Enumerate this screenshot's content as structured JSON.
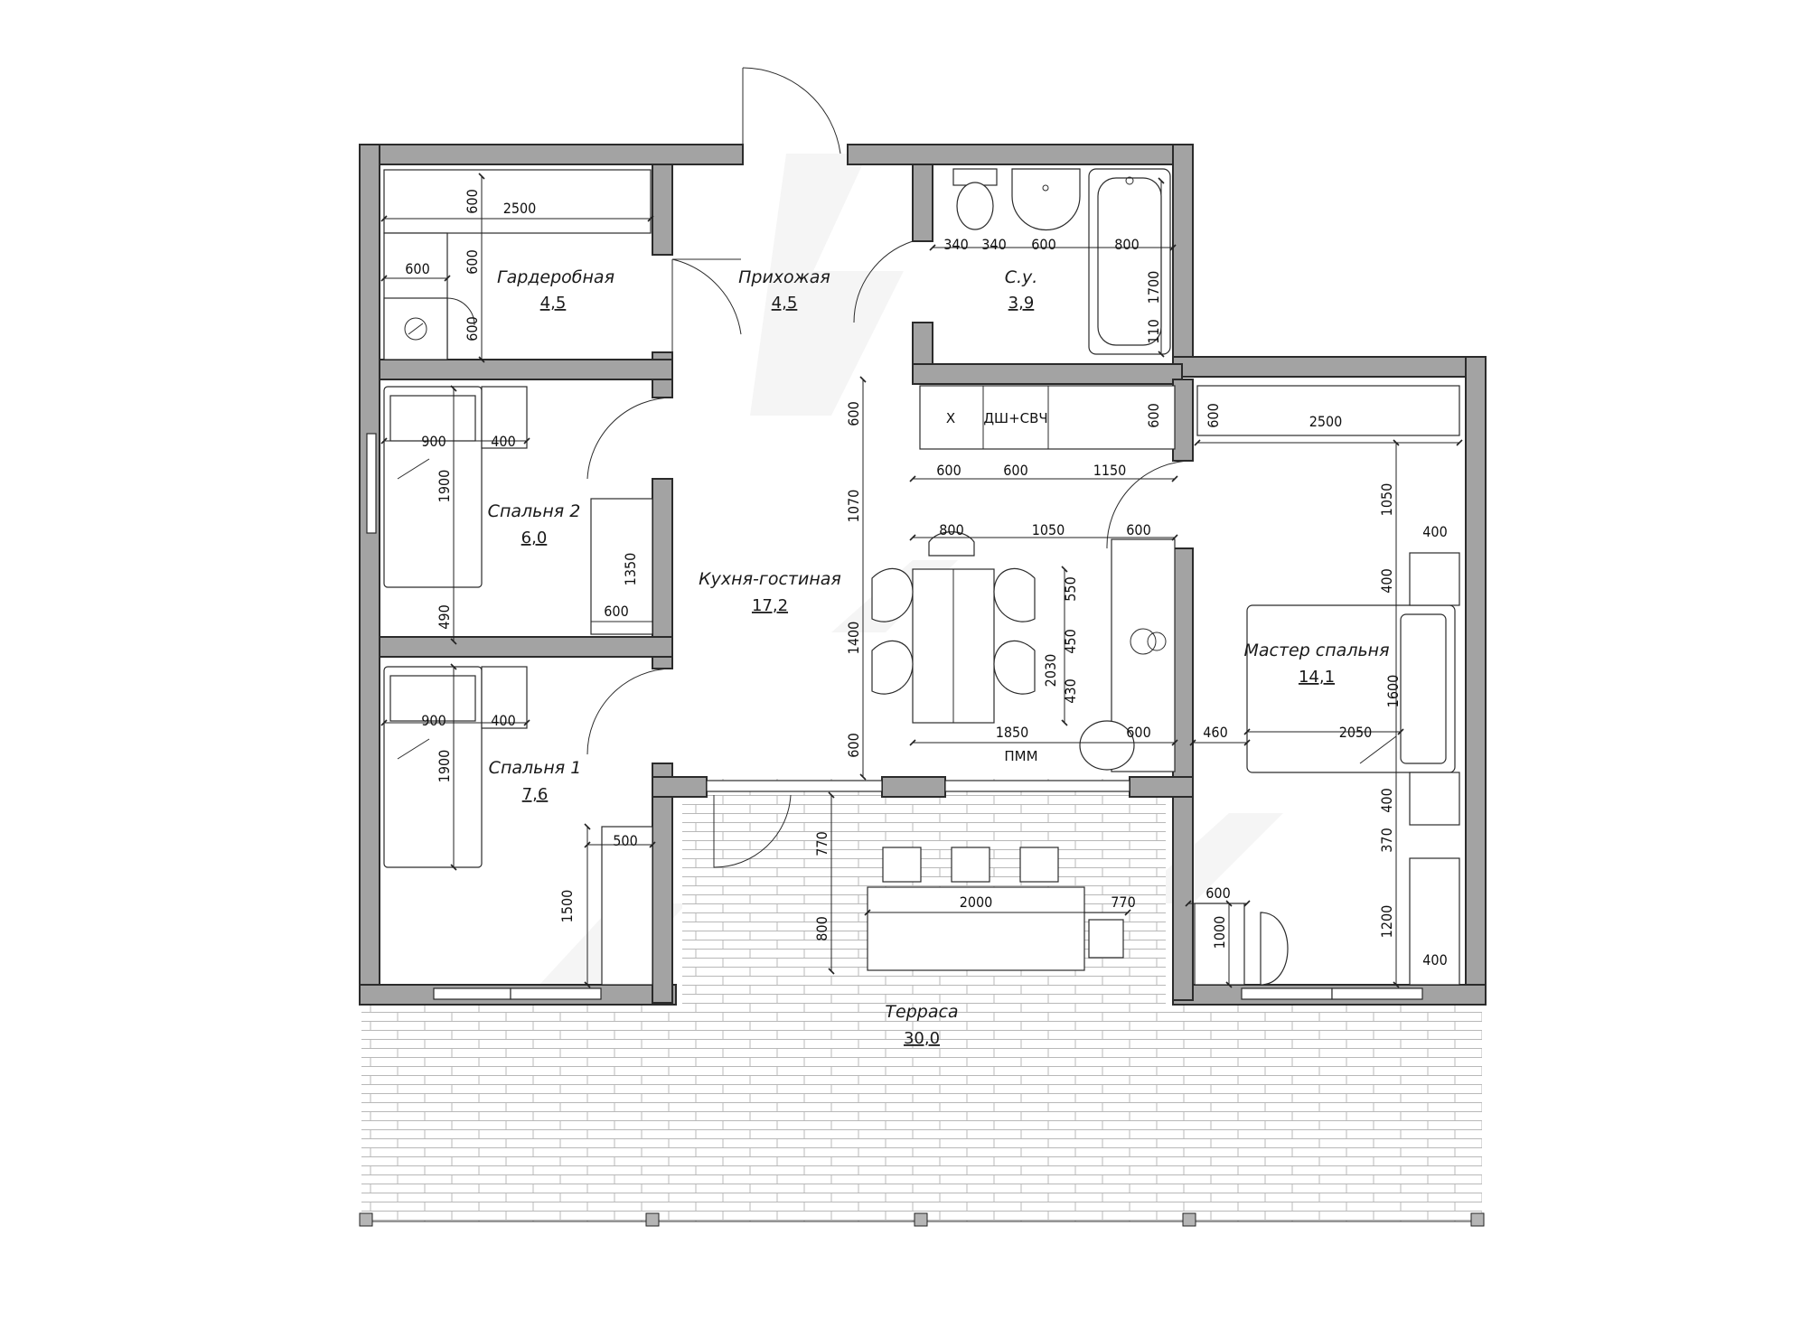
{
  "rooms": [
    {
      "name": "Гардеробная",
      "area": "4,5"
    },
    {
      "name": "Прихожая",
      "area": "4,5"
    },
    {
      "name": "С.у.",
      "area": "3,9"
    },
    {
      "name": "Спальня 2",
      "area": "6,0"
    },
    {
      "name": "Кухня-гостиная",
      "area": "17,2"
    },
    {
      "name": "Мастер спальня",
      "area": "14,1"
    },
    {
      "name": "Спальня 1",
      "area": "7,6"
    },
    {
      "name": "Терраса",
      "area": "30,0"
    }
  ],
  "labels": {
    "dw_mw": "ДШ+СВЧ",
    "pmm": "ПММ",
    "stove_x": "X"
  },
  "dims": {
    "d2500a": "2500",
    "d600a": "600",
    "d600b": "600",
    "d600c": "600",
    "d600d": "600",
    "d340a": "340",
    "d340b": "340",
    "d600e": "600",
    "d800a": "800",
    "d1700": "1700",
    "d110": "110",
    "d600f": "600",
    "d600g": "600",
    "d2500b": "2500",
    "d900a": "900",
    "d400a": "400",
    "d1900a": "1900",
    "d1350": "1350",
    "d600h": "600",
    "d490": "490",
    "d600i": "600",
    "d1070": "1070",
    "d600j": "600",
    "d600k": "600",
    "d1150": "1150",
    "d800b": "800",
    "d1050a": "1050",
    "d600l": "600",
    "d1400": "1400",
    "d550": "550",
    "d450": "450",
    "d430": "430",
    "d2030": "2030",
    "d1850": "1850",
    "d600m": "600",
    "d600n": "600",
    "d1050b": "1050",
    "d400b": "400",
    "d400c": "400",
    "d460": "460",
    "d2050": "2050",
    "d1600": "1600",
    "d400d": "400",
    "d370": "370",
    "d1200": "1200",
    "d400e": "400",
    "d600o": "600",
    "d1000": "1000",
    "d900b": "900",
    "d400f": "400",
    "d1900b": "1900",
    "d500": "500",
    "d1500": "1500",
    "d770a": "770",
    "d800c": "800",
    "d2000": "2000",
    "d770b": "770"
  }
}
